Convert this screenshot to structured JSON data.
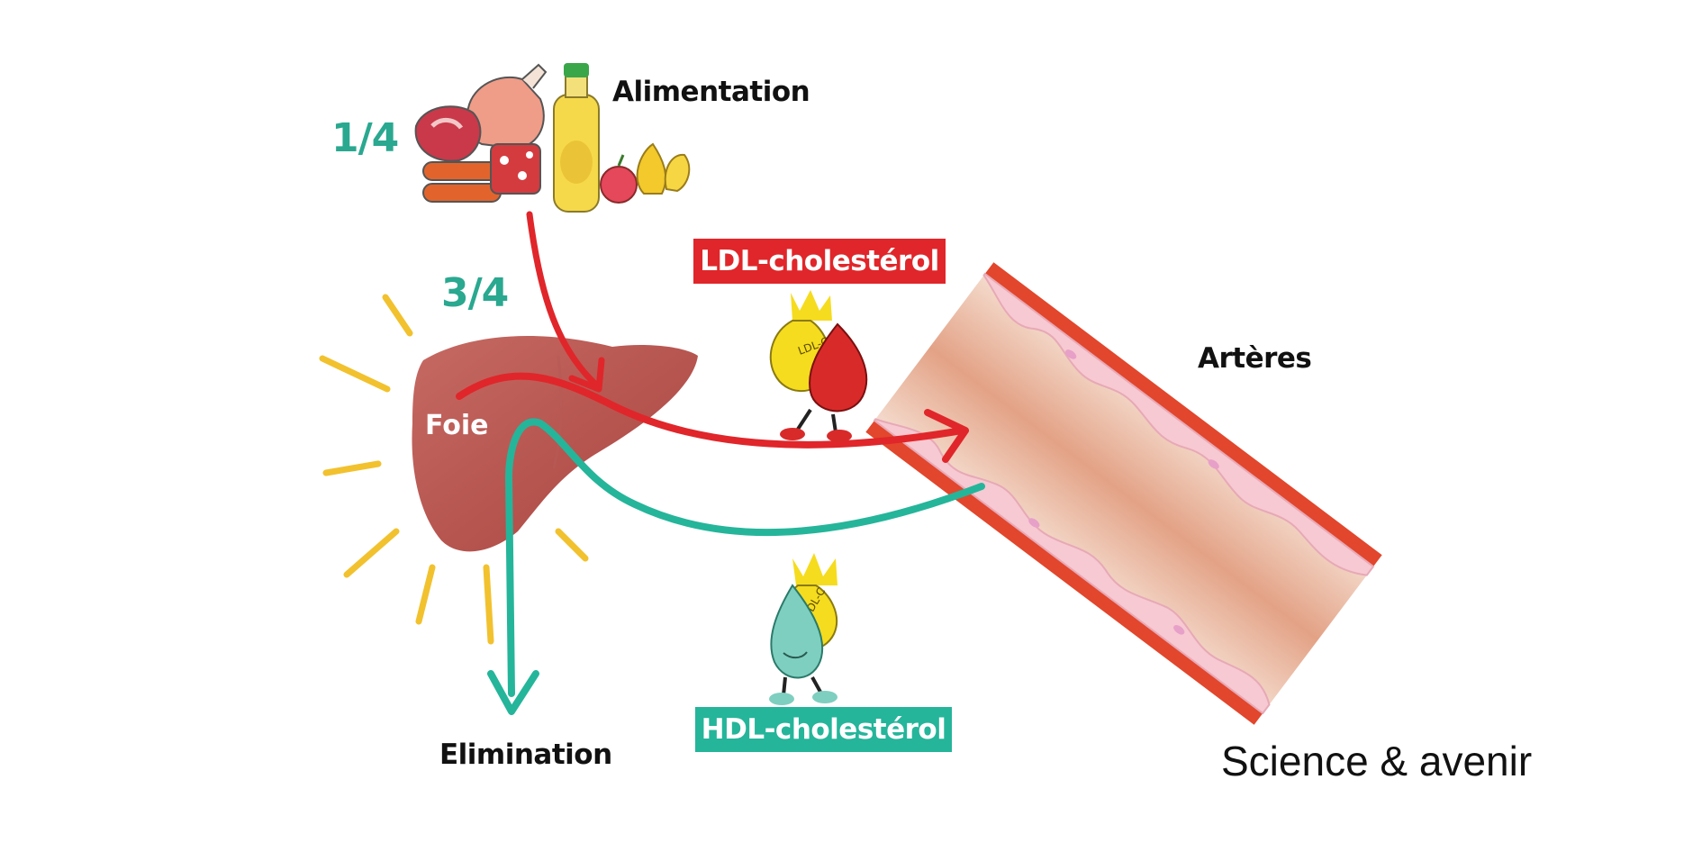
{
  "labels": {
    "alimentation": "Alimentation",
    "fraction_diet": "1/4",
    "fraction_liver": "3/4",
    "liver": "Foie",
    "arteries": "Artères",
    "elimination": "Elimination"
  },
  "tags": {
    "ldl": "LDL-cholestérol",
    "hdl": "HDL-cholestérol"
  },
  "mascots": {
    "ldl_badge": "LDL-C",
    "hdl_badge": "HDL-C"
  },
  "credit": "Science & avenir",
  "colors": {
    "ldl_red": "#e0262a",
    "hdl_teal": "#25b59a",
    "fraction_teal": "#2aa890",
    "liver": "#bb5550",
    "sun_rays": "#f2c12e",
    "artery_wall": "#e2462c",
    "yellow_mascot": "#f5dc1e"
  }
}
